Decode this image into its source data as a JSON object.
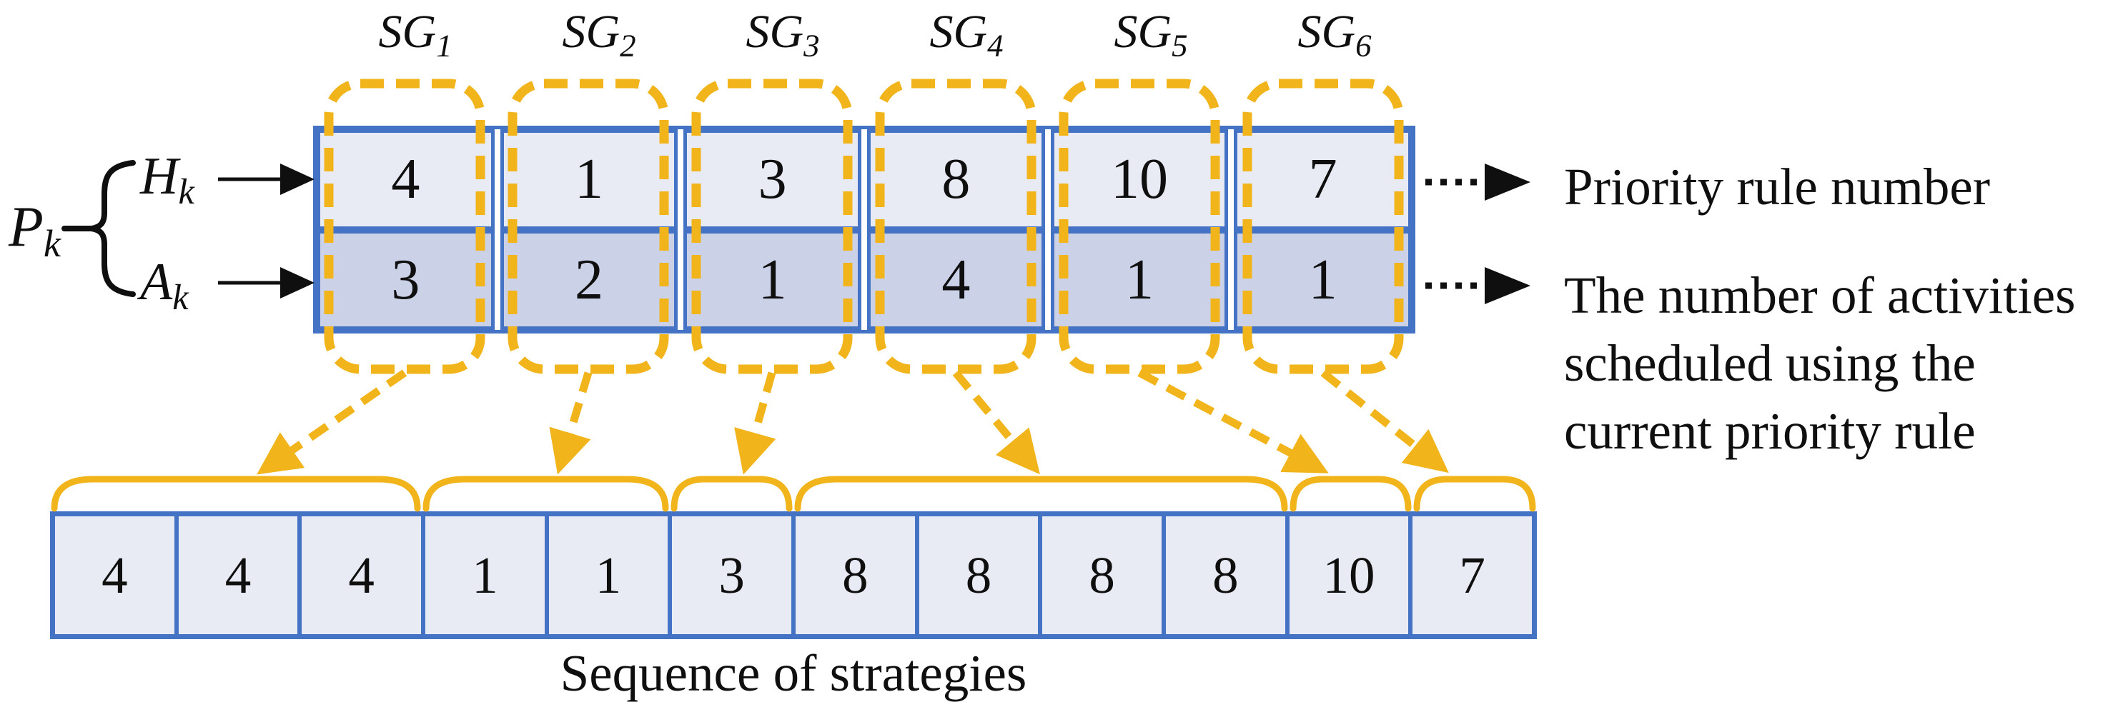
{
  "figure": {
    "strategy_groups": [
      {
        "base": "SG",
        "sub": "1"
      },
      {
        "base": "SG",
        "sub": "2"
      },
      {
        "base": "SG",
        "sub": "3"
      },
      {
        "base": "SG",
        "sub": "4"
      },
      {
        "base": "SG",
        "sub": "5"
      },
      {
        "base": "SG",
        "sub": "6"
      }
    ],
    "vector_label": {
      "base": "P",
      "sub": "k"
    },
    "priority_rule_row": {
      "label": {
        "base": "H",
        "sub": "k"
      },
      "values": [
        "4",
        "1",
        "3",
        "8",
        "10",
        "7"
      ],
      "annotation": "Priority rule number"
    },
    "activity_count_row": {
      "label": {
        "base": "A",
        "sub": "k"
      },
      "values": [
        "3",
        "2",
        "1",
        "4",
        "1",
        "1"
      ],
      "annotation_lines": [
        "The number of activities",
        "scheduled using the",
        "current priority rule"
      ]
    },
    "sequence": {
      "values": [
        "4",
        "4",
        "4",
        "1",
        "1",
        "3",
        "8",
        "8",
        "8",
        "8",
        "10",
        "7"
      ],
      "caption": "Sequence of strategies",
      "group_sizes": [
        3,
        2,
        1,
        4,
        1,
        1
      ]
    },
    "colors": {
      "border_blue": "#4472C4",
      "cell_light": "#E8EAF4",
      "cell_dark": "#CBD2E8",
      "gold": "#F1B41B",
      "text": "#0F0F0F"
    }
  }
}
